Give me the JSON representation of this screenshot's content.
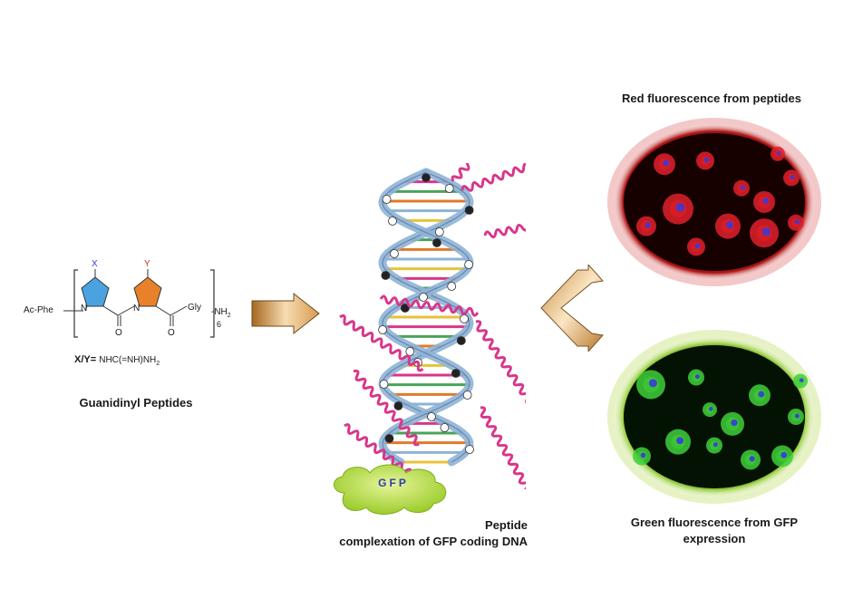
{
  "chem": {
    "x_label": "X",
    "y_label": "Y",
    "prefix": "Ac-Phe",
    "n_label": "N",
    "o_label": "O",
    "gly": "Gly",
    "nh2": "-NH",
    "nh2_sub": "2",
    "repeat": "6",
    "substituent_label": "X/Y=",
    "substituent_formula": "NHC(=NH)NH",
    "substituent_sub": "2",
    "caption": "Guanidinyl Peptides"
  },
  "dna": {
    "gfp_label": "GFP",
    "caption_line1": "Peptide",
    "caption_line2": "complexation of GFP coding DNA"
  },
  "red_panel": {
    "caption": "Red fluorescence from peptides"
  },
  "green_panel": {
    "caption_line1": "Green fluorescence from GFP",
    "caption_line2": "expression"
  },
  "colors": {
    "pentagon_x": "#4aa3e0",
    "pentagon_y": "#e8822a",
    "peptide_coil": "#d8368a",
    "backbone": "#8fb3d6",
    "red_cells": "#e0202a",
    "green_cells": "#3fcf3a",
    "nucleus": "#3a3ad8",
    "gfp_cloud": "#b8e04a",
    "arrow": "#e9c08a"
  }
}
